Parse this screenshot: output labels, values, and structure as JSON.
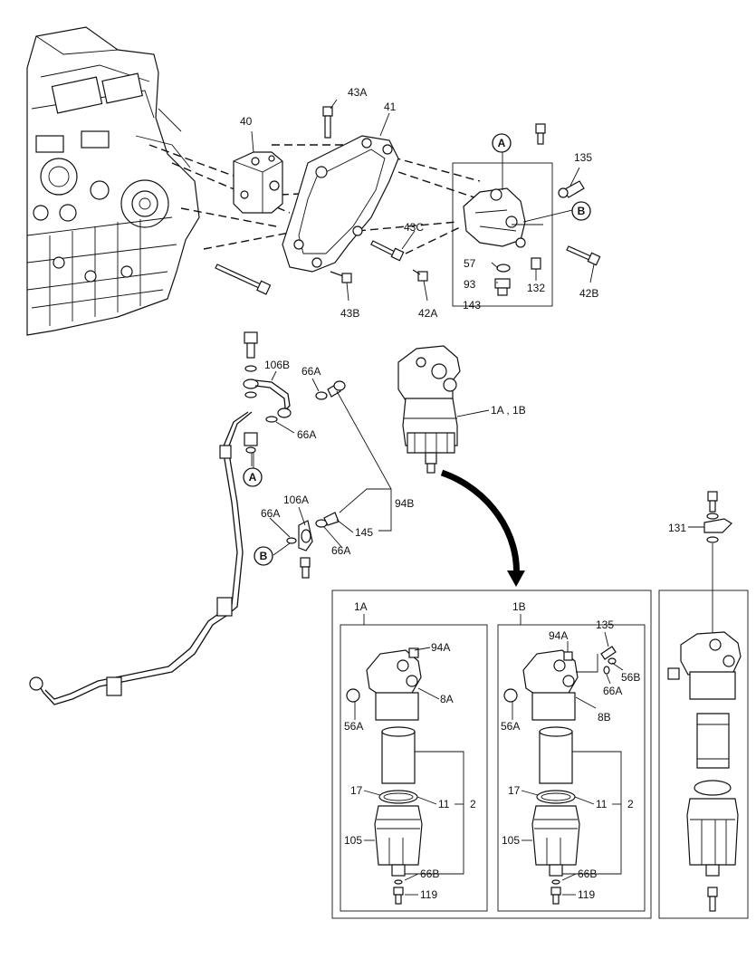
{
  "callouts": {
    "c43A": "43A",
    "c40": "40",
    "c41": "41",
    "c135a": "135",
    "cA1": "A",
    "cB1": "B",
    "c43C": "43C",
    "c57": "57",
    "c93": "93",
    "c132": "132",
    "c143": "143",
    "c43B": "43B",
    "c42A": "42A",
    "c42B": "42B",
    "c106B": "106B",
    "c66A1": "66A",
    "c66A2": "66A",
    "cA2": "A",
    "c106A": "106A",
    "c66A3": "66A",
    "c66A4": "66A",
    "c145": "145",
    "c94B": "94B",
    "cB2": "B",
    "c1A1B": "1A , 1B",
    "c131": "131",
    "c1A": "1A",
    "c94A1": "94A",
    "c8A": "8A",
    "c56A1": "56A",
    "c17a": "17",
    "c11a": "11",
    "c2a": "2",
    "c105a": "105",
    "c66Ba": "66B",
    "c119a": "119",
    "c1B": "1B",
    "c135b": "135",
    "c94A2": "94A",
    "c56B": "56B",
    "c66A5": "66A",
    "c8B": "8B",
    "c56A2": "56A",
    "c17b": "17",
    "c11b": "11",
    "c2b": "2",
    "c105b": "105",
    "c66Bb": "66B",
    "c119b": "119"
  }
}
